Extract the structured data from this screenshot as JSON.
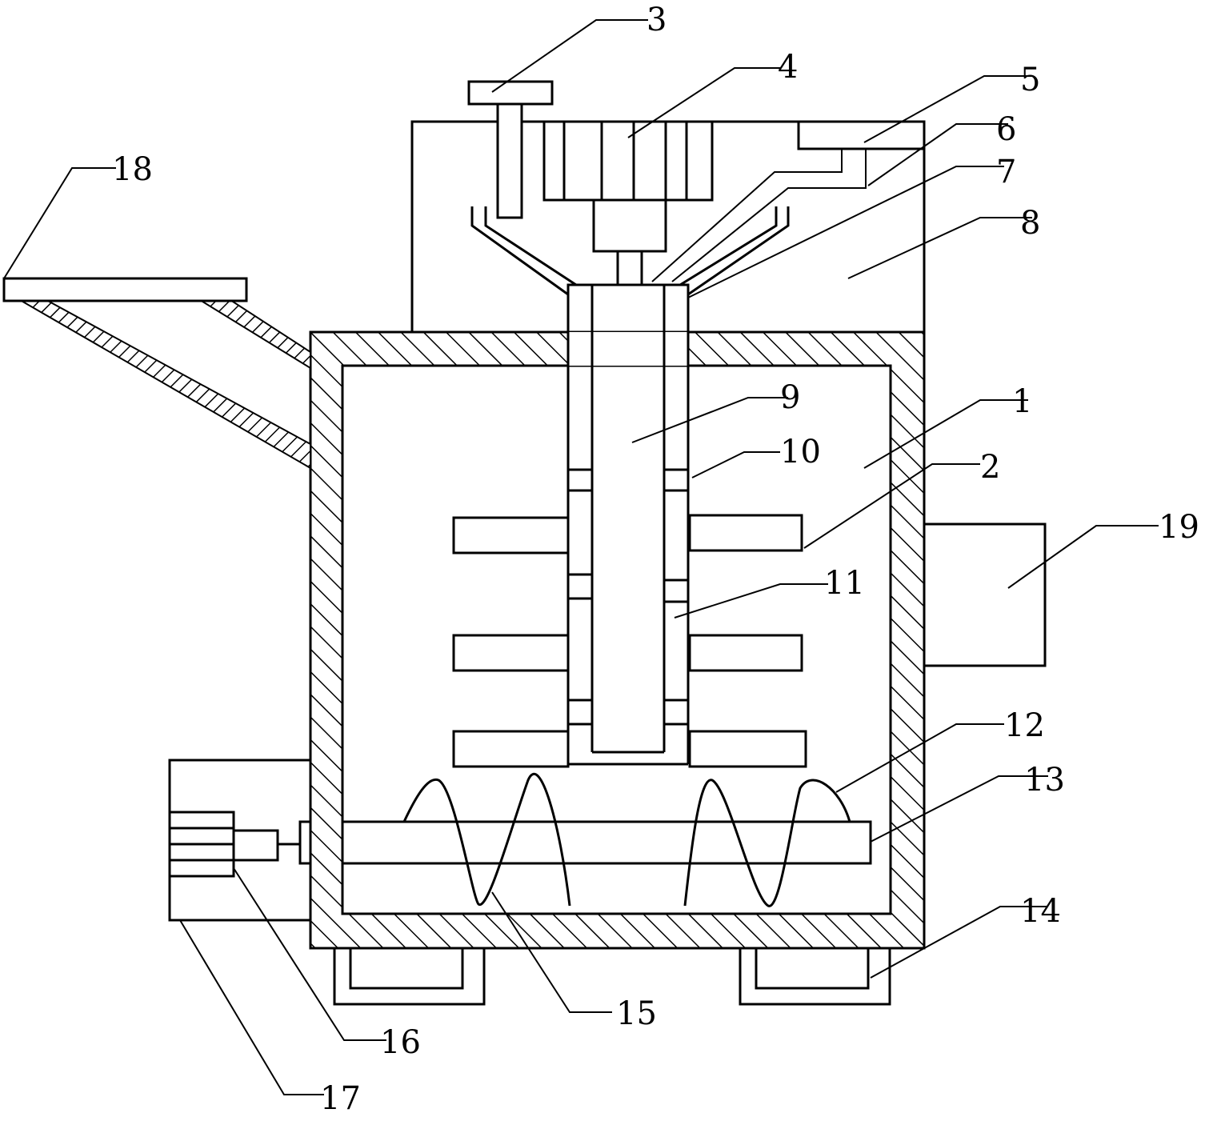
{
  "figure": {
    "labels": {
      "l1": "1",
      "l2": "2",
      "l3": "3",
      "l4": "4",
      "l5": "5",
      "l6": "6",
      "l7": "7",
      "l8": "8",
      "l9": "9",
      "l10": "10",
      "l11": "11",
      "l12": "12",
      "l13": "13",
      "l14": "14",
      "l15": "15",
      "l16": "16",
      "l17": "17",
      "l18": "18",
      "l19": "19"
    },
    "colors": {
      "line": "#000000",
      "background": "#ffffff"
    }
  }
}
